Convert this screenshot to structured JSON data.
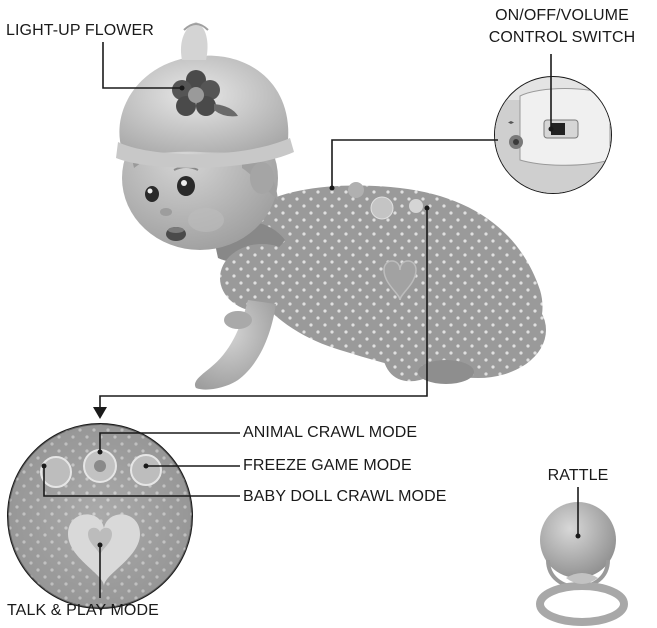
{
  "labels": {
    "light_up_flower": "LIGHT-UP FLOWER",
    "on_off_volume_line1": "ON/OFF/VOLUME",
    "on_off_volume_line2": "CONTROL SWITCH",
    "animal_crawl": "ANIMAL CRAWL MODE",
    "freeze_game": "FREEZE GAME MODE",
    "baby_doll_crawl": "BABY DOLL CRAWL MODE",
    "talk_play": "TALK & PLAY MODE",
    "rattle": "RATTLE"
  },
  "colors": {
    "line": "#1a1a1a",
    "body_gray": "#9a9a9a",
    "skin_gray": "#b9b9b9",
    "dots": "#dcdcdc"
  },
  "icons": {
    "flower": "flower-icon",
    "switch": "switch-icon",
    "rattle": "rattle-icon"
  }
}
